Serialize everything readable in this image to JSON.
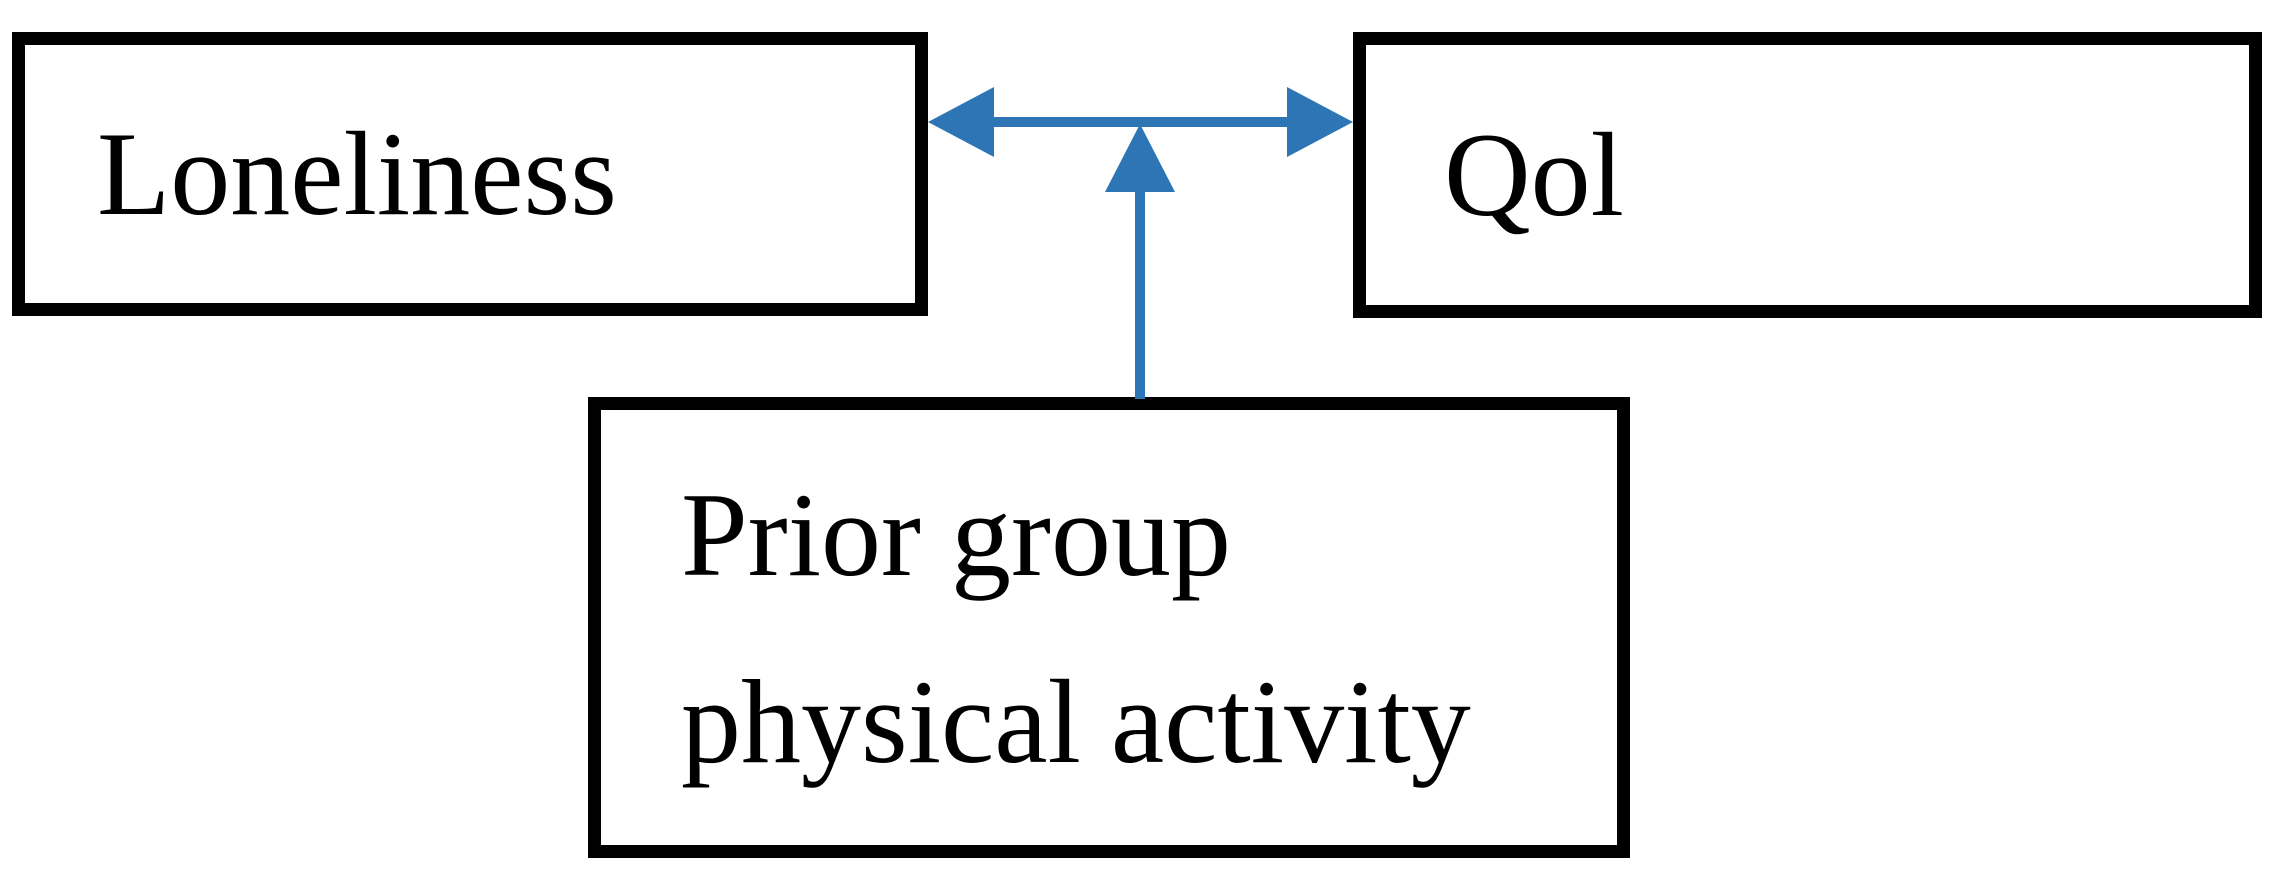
{
  "diagram": {
    "type": "moderation-model",
    "nodes": {
      "loneliness": {
        "label": "Loneliness"
      },
      "qol": {
        "label": "Qol"
      },
      "moderator": {
        "label": "Prior group physical activity",
        "lines": [
          "Prior group",
          "physical activity"
        ]
      }
    },
    "edges": [
      {
        "from": "Loneliness",
        "to": "Qol",
        "style": "double-headed"
      },
      {
        "from": "Prior group physical activity",
        "to": "Loneliness-Qol link",
        "style": "single-headed"
      }
    ],
    "colors": {
      "arrow": "#2E75B6",
      "box_border": "#000000",
      "box_fill": "#ffffff",
      "text": "#000000",
      "background": "#ffffff"
    }
  }
}
